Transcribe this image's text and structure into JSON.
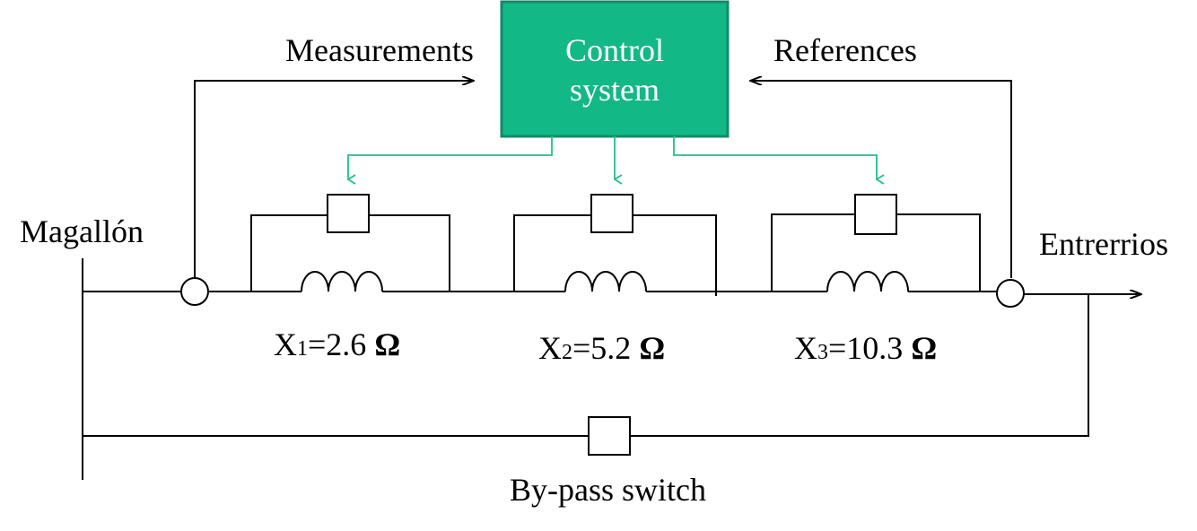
{
  "control_system": {
    "line1": "Control",
    "line2": "system",
    "fill": "#12b886",
    "border": "#0e8c6a"
  },
  "signals": {
    "measurements": "Measurements",
    "references": "References"
  },
  "nodes": {
    "left": "Magallón",
    "right": "Entrerrios"
  },
  "reactances": [
    {
      "symbol": "X",
      "index": "1",
      "value": "=2.6",
      "unit": "Ω"
    },
    {
      "symbol": "X",
      "index": "2",
      "value": "=5.2",
      "unit": "Ω"
    },
    {
      "symbol": "X",
      "index": "3",
      "value": "=10.3",
      "unit": "Ω"
    }
  ],
  "bypass": {
    "label": "By-pass switch"
  },
  "colors": {
    "control_lines": "#1fbf8f",
    "wires": "#000000"
  }
}
